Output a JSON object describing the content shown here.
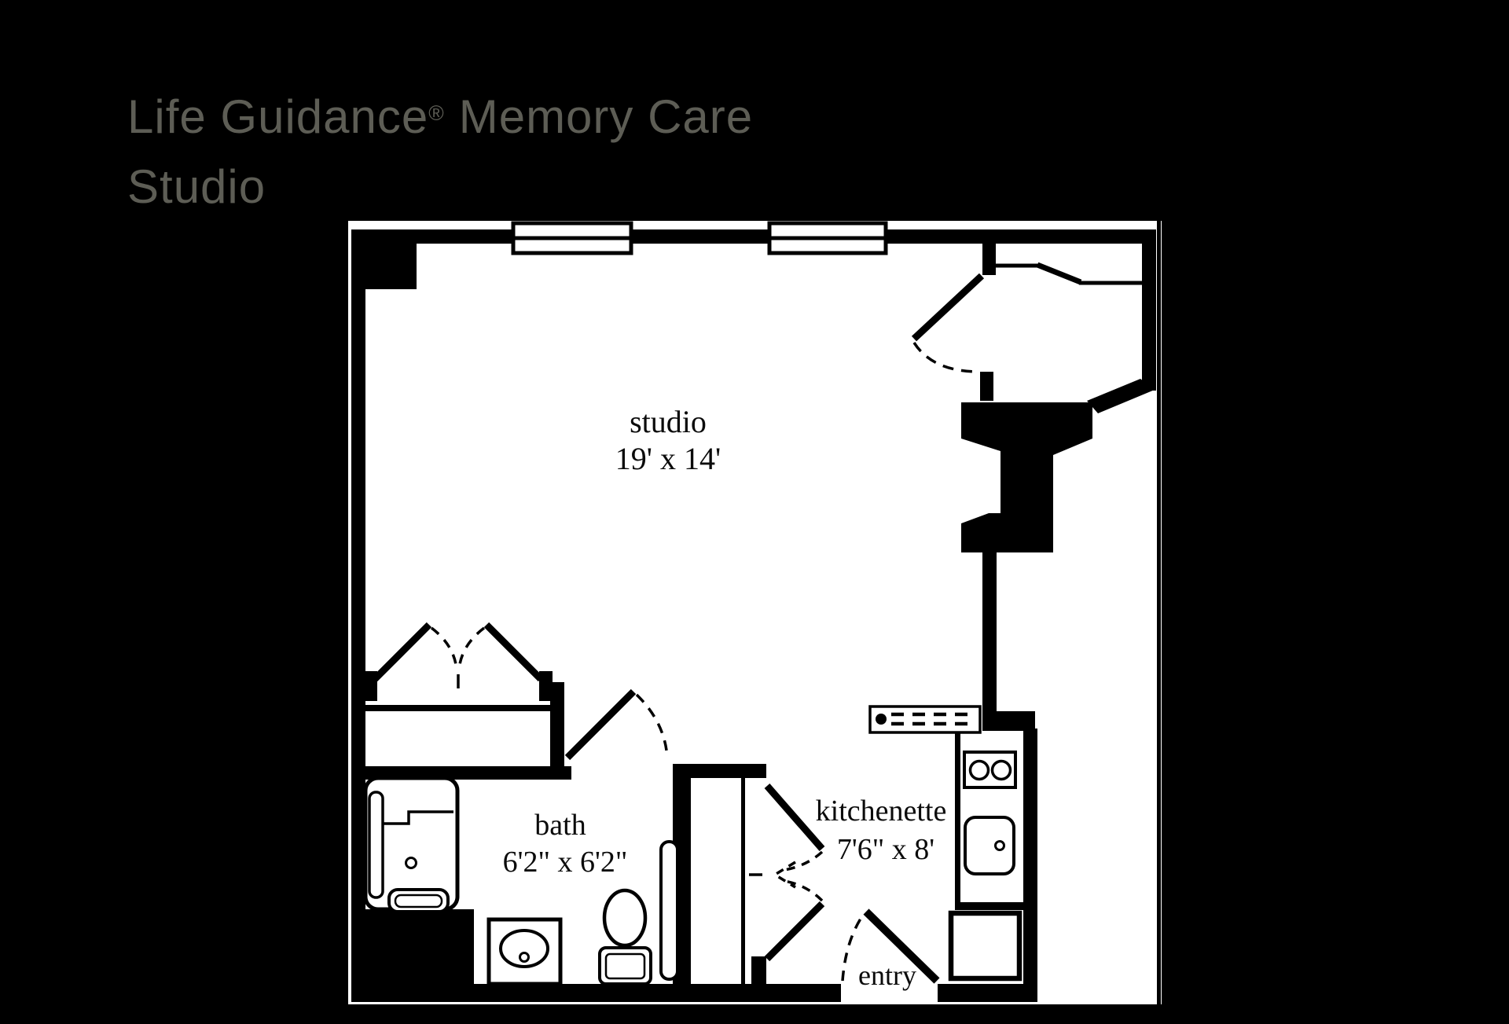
{
  "page": {
    "background": "#000000"
  },
  "title": {
    "line1_main": "Life Guidance",
    "registered": "®",
    "line1_rest": "Memory Care",
    "line2": "Studio",
    "color": "#5d5d55"
  },
  "plan": {
    "paper_color": "#ffffff",
    "ink_color": "#000000",
    "rooms": [
      {
        "id": "studio",
        "label": "studio",
        "dims": "19' x 14'"
      },
      {
        "id": "bath",
        "label": "bath",
        "dims": "6'2\" x 6'2\""
      },
      {
        "id": "kitchenette",
        "label": "kitchenette",
        "dims": "7'6\" x 8'"
      },
      {
        "id": "entry",
        "label": "entry",
        "dims": ""
      }
    ],
    "fixtures": [
      "window-icon",
      "window-icon",
      "bifold-closet-doors-icon",
      "closet-shelf-line",
      "shower-icon",
      "vanity-sink-icon",
      "toilet-icon",
      "grab-bar-icon",
      "bath-door-icon",
      "double-swing-doors-icon",
      "entry-door-icon",
      "closet-door-icon",
      "pass-through-counter-icon",
      "stove-icon",
      "kitchen-sink-icon",
      "refrigerator-icon"
    ]
  }
}
